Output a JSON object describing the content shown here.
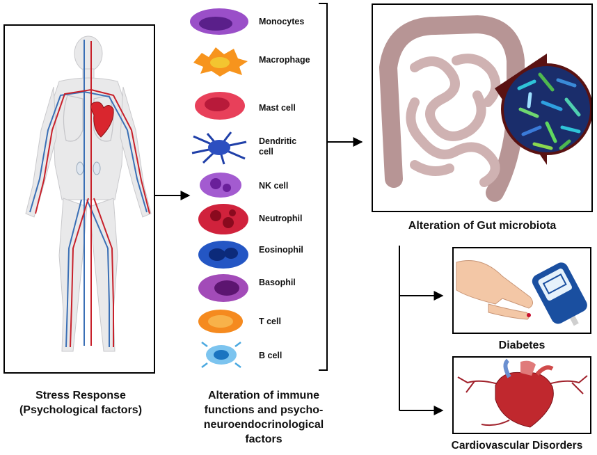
{
  "stress": {
    "caption_line1": "Stress Response",
    "caption_line2": "(Psychological factors)"
  },
  "immune": {
    "cells": [
      {
        "label": "Monocytes",
        "color": "#8e3fb8"
      },
      {
        "label": "Macrophage",
        "color": "#f7941d"
      },
      {
        "label": "Mast cell",
        "color": "#e0304f"
      },
      {
        "label": "Dendritic cell",
        "color": "#1f3fa8"
      },
      {
        "label": "NK cell",
        "color": "#9b3fc4"
      },
      {
        "label": "Neutrophil",
        "color": "#c8102e"
      },
      {
        "label": "Eosinophil",
        "color": "#1e4fb8"
      },
      {
        "label": "Basophil",
        "color": "#a02fa8"
      },
      {
        "label": "T cell",
        "color": "#f58a1f"
      },
      {
        "label": "B cell",
        "color": "#4aa8e0"
      }
    ],
    "caption_lines": [
      "Alteration of immune",
      "functions and psycho-",
      "neuroendocrinological",
      "factors"
    ]
  },
  "gut": {
    "caption": "Alteration of Gut microbiota"
  },
  "outcomes": {
    "diabetes": "Diabetes",
    "cardio": "Cardiovascular Disorders"
  },
  "colors": {
    "artery": "#c8202a",
    "vein": "#3a6fb5",
    "intestine": "#c9a9a9",
    "microbe_bg": "#1a2d6b",
    "heart": "#c0282e",
    "skin": "#f3c7a6"
  }
}
